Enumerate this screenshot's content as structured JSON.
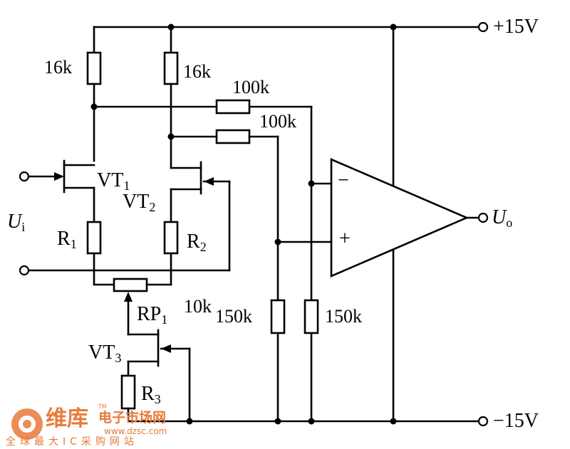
{
  "labels": {
    "vcc_pos": "+15V",
    "vcc_neg": "−15V",
    "r_top_left": "16k",
    "r_top_right": "16k",
    "r_fb_top": "100k",
    "r_fb_bottom": "100k",
    "r_150_left": "150k",
    "r_150_right": "150k",
    "rp_value": "10k",
    "input_u": "U",
    "input_sub": "i",
    "output_u": "U",
    "output_sub": "o",
    "vt1": "VT",
    "vt1_sub": "1",
    "vt2": "VT",
    "vt2_sub": "2",
    "vt3": "VT",
    "vt3_sub": "3",
    "r1": "R",
    "r1_sub": "1",
    "r2": "R",
    "r2_sub": "2",
    "r3": "R",
    "r3_sub": "3",
    "rp1": "RP",
    "rp1_sub": "1",
    "opamp_minus": "−",
    "opamp_plus": "+"
  },
  "watermark": {
    "brand": "维库",
    "site_cn": "电子市场网",
    "url": "www.dzsc.com",
    "slogan": "全球最大IC采购网站",
    "tm": "TM",
    "color": "#e87a3a"
  }
}
